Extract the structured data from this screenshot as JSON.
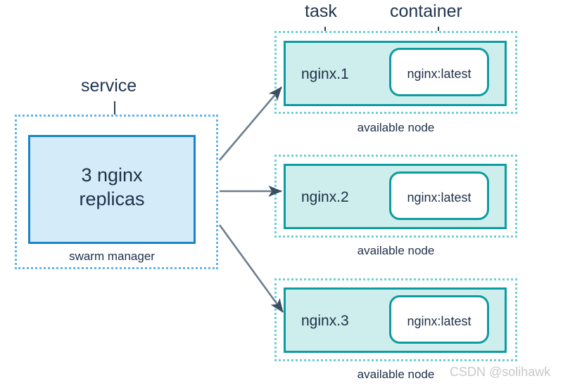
{
  "diagram": {
    "title": "docker-swarm-service-task-container",
    "colors": {
      "service_border": "#1a85c6",
      "service_fill": "#d4ecfa",
      "service_dashed": "#64b2e8",
      "node_border": "#0d9ca0",
      "node_fill": "#cdeeec",
      "node_dashed": "#6ecfd2",
      "text": "#1f3049",
      "arrow": "#4a5b6e",
      "watermark": "#c9c9c9",
      "background": "#ffffff"
    }
  },
  "annotations": {
    "service": "service",
    "task": "task",
    "container": "container"
  },
  "service": {
    "line1": "3 nginx",
    "line2": "replicas",
    "caption": "swarm manager"
  },
  "nodes": [
    {
      "task": "nginx.1",
      "container": "nginx:latest",
      "caption": "available node"
    },
    {
      "task": "nginx.2",
      "container": "nginx:latest",
      "caption": "available node"
    },
    {
      "task": "nginx.3",
      "container": "nginx:latest",
      "caption": "available node"
    }
  ],
  "watermark": "CSDN @solihawk"
}
